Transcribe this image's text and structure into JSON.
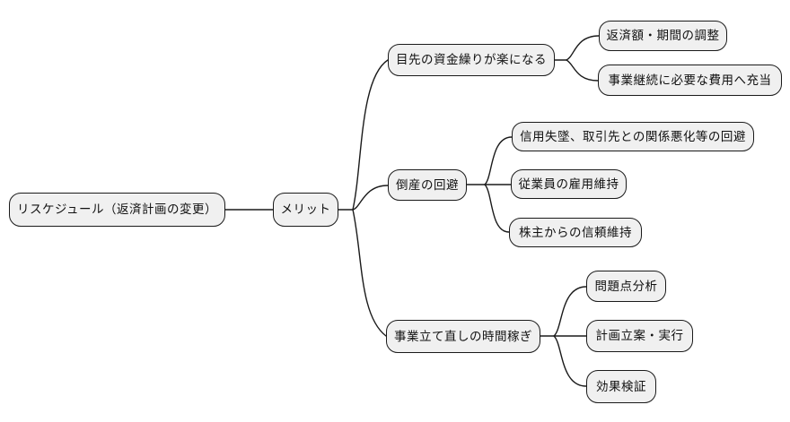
{
  "diagram": {
    "type": "mindmap",
    "orientation": "left-to-right",
    "colors": {
      "background": "#ffffff",
      "node_fill": "#f0f0f0",
      "node_border": "#1a1a1a",
      "edge": "#1a1a1a",
      "text": "#111111"
    },
    "root": {
      "label": "リスケジュール（返済計画の変更）"
    },
    "hub": {
      "label": "メリット"
    },
    "branches": [
      {
        "label": "目先の資金繰りが楽になる",
        "children": [
          "返済額・期間の調整",
          "事業継続に必要な費用へ充当"
        ]
      },
      {
        "label": "倒産の回避",
        "children": [
          "信用失墜、取引先との関係悪化等の回避",
          "従業員の雇用維持",
          "株主からの信頼維持"
        ]
      },
      {
        "label": "事業立て直しの時間稼ぎ",
        "children": [
          "問題点分析",
          "計画立案・実行",
          "効果検証"
        ]
      }
    ]
  }
}
